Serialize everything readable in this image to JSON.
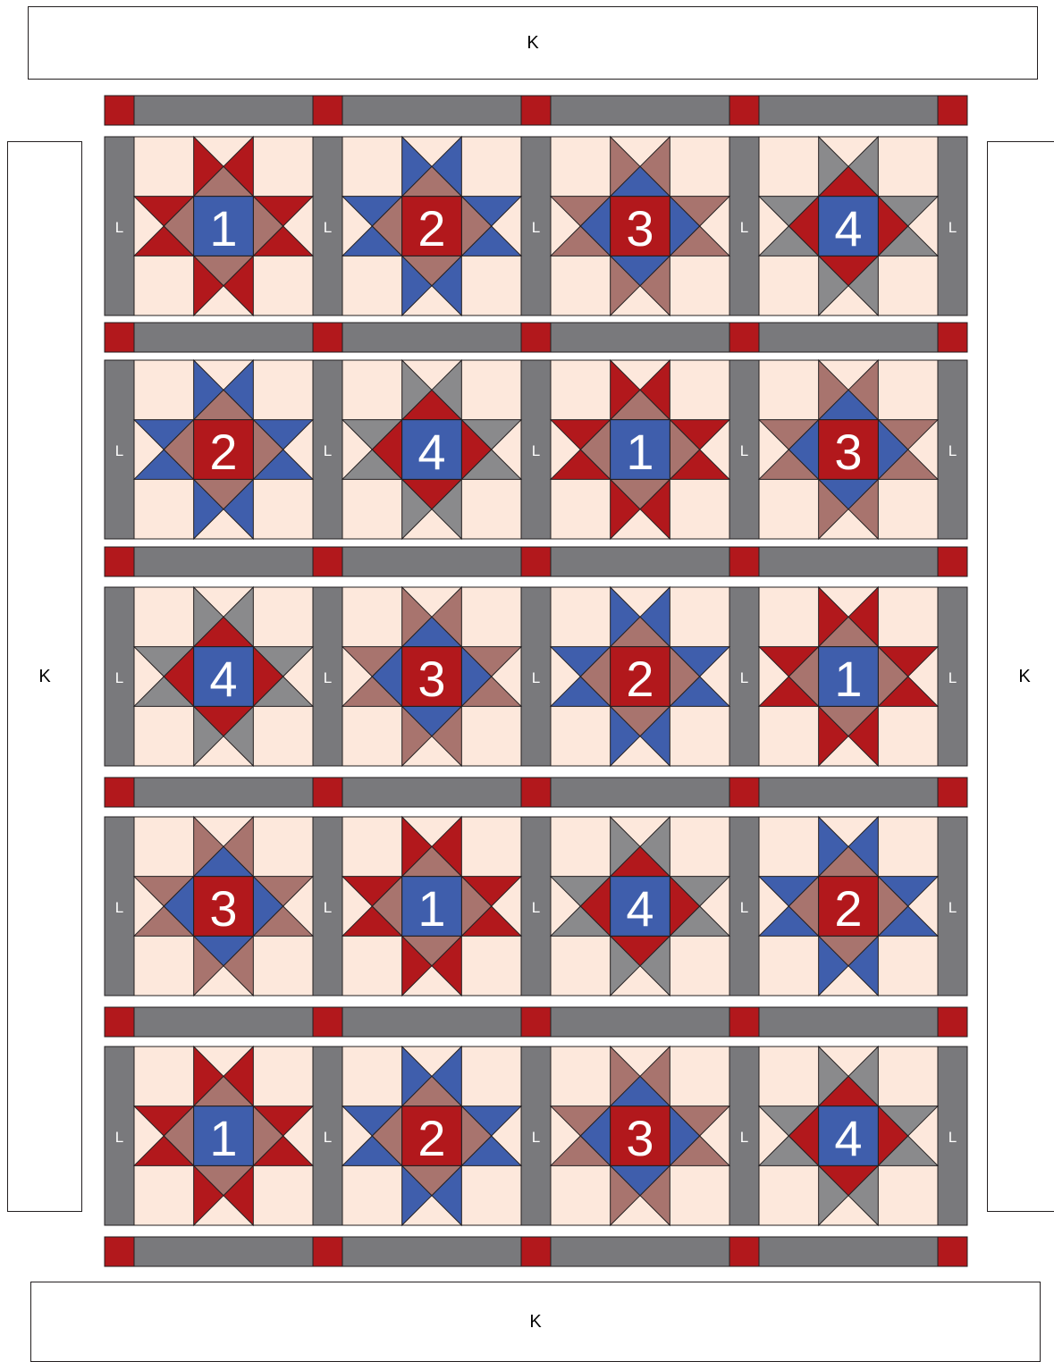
{
  "labels": {
    "border": "K",
    "sashing": "L"
  },
  "colors": {
    "background": "#fde8dc",
    "red": "#b2181c",
    "blue": "#3f5eac",
    "mauve": "#a8746e",
    "gray": "#7b7b7e",
    "light_gray": "#8a8a8c",
    "sashing": "#79797c",
    "outline": "#231f20"
  },
  "block_designs": {
    "1": {
      "number": "1",
      "center": "blue",
      "ring": "mauve",
      "points": "red"
    },
    "2": {
      "number": "2",
      "center": "red",
      "ring": "mauve",
      "points": "blue"
    },
    "3": {
      "number": "3",
      "center": "red",
      "ring": "blue",
      "points": "mauve"
    },
    "4": {
      "number": "4",
      "center": "blue",
      "ring": "red",
      "points": "light_gray"
    }
  },
  "rows": [
    [
      "1",
      "2",
      "3",
      "4"
    ],
    [
      "2",
      "4",
      "1",
      "3"
    ],
    [
      "4",
      "3",
      "2",
      "1"
    ],
    [
      "3",
      "1",
      "4",
      "2"
    ],
    [
      "1",
      "2",
      "3",
      "4"
    ]
  ]
}
